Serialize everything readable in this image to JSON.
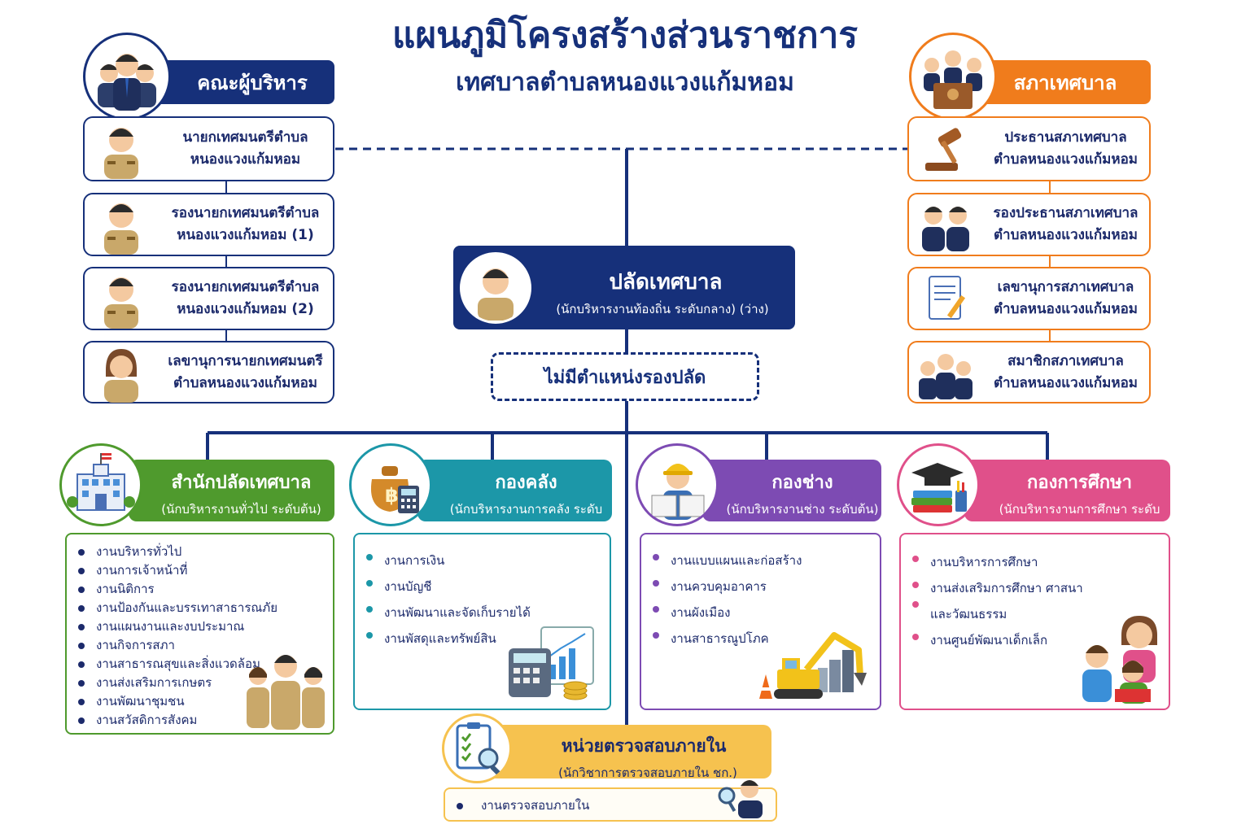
{
  "title": "แผนภูมิโครงสร้างส่วนราชการ",
  "subtitle": "เทศบาลตำบลหนองแวงแก้มหอม",
  "executive": {
    "header": "คณะผู้บริหาร",
    "members": [
      {
        "line1": "นายกเทศมนตรีตำบล",
        "line2": "หนองแวงแก้มหอม",
        "icon": "mayor-icon"
      },
      {
        "line1": "รองนายกเทศมนตรีตำบล",
        "line2": "หนองแวงแก้มหอม (1)",
        "icon": "deputy-mayor-icon"
      },
      {
        "line1": "รองนายกเทศมนตรีตำบล",
        "line2": "หนองแวงแก้มหอม (2)",
        "icon": "deputy-mayor-icon"
      },
      {
        "line1": "เลขานุการนายกเทศมนตรี",
        "line2": "ตำบลหนองแวงแก้มหอม",
        "icon": "secretary-icon"
      }
    ]
  },
  "council": {
    "header": "สภาเทศบาล",
    "members": [
      {
        "line1": "ประธานสภาเทศบาล",
        "line2": "ตำบลหนองแวงแก้มหอม",
        "icon": "gavel-icon"
      },
      {
        "line1": "รองประธานสภาเทศบาล",
        "line2": "ตำบลหนองแวงแก้มหอม",
        "icon": "two-people-icon"
      },
      {
        "line1": "เลขานุการสภาเทศบาล",
        "line2": "ตำบลหนองแวงแก้มหอม",
        "icon": "document-icon"
      },
      {
        "line1": "สมาชิกสภาเทศบาล",
        "line2": "ตำบลหนองแวงแก้มหอม",
        "icon": "group-icon"
      }
    ]
  },
  "clerk": {
    "title": "ปลัดเทศบาล",
    "subtitle": "(นักบริหารงานท้องถิ่น ระดับกลาง) (ว่าง)",
    "no_deputy": "ไม่มีตำแหน่งรองปลัด"
  },
  "departments": [
    {
      "title": "สำนักปลัดเทศบาล",
      "subtitle": "(นักบริหารงานทั่วไป ระดับต้น)",
      "color": "#4f9a2d",
      "tasks": [
        "งานบริหารทั่วไป",
        "งานการเจ้าหน้าที่",
        "งานนิติการ",
        "งานป้องกันและบรรเทาสาธารณภัย",
        "งานแผนงานและงบประมาณ",
        "งานกิจการสภา",
        "งานสาธารณสุขและสิ่งแวดล้อม",
        "งานส่งเสริมการเกษตร",
        "งานพัฒนาชุมชน",
        "งานสวัสดิการสังคม"
      ]
    },
    {
      "title": "กองคลัง",
      "subtitle": "(นักบริหารงานการคลัง ระดับต้น)",
      "color": "#1c97a8",
      "tasks": [
        "งานการเงิน",
        "งานบัญชี",
        "งานพัฒนาและจัดเก็บรายได้",
        "งานพัสดุและทรัพย์สิน"
      ]
    },
    {
      "title": "กองช่าง",
      "subtitle": "(นักบริหารงานช่าง ระดับต้น)",
      "color": "#7d4bb3",
      "tasks": [
        "งานแบบแผนและก่อสร้าง",
        "งานควบคุมอาคาร",
        "งานผังเมือง",
        "งานสาธารณูปโภค"
      ]
    },
    {
      "title": "กองการศึกษา",
      "subtitle": "(นักบริหารงานการศึกษา ระดับต้น)",
      "color": "#e0508a",
      "tasks": [
        "งานบริหารการศึกษา",
        "งานส่งเสริมการศึกษา ศาสนา",
        "และวัฒนธรรม",
        "งานศูนย์พัฒนาเด็กเล็ก"
      ]
    }
  ],
  "audit": {
    "title": "หน่วยตรวจสอบภายใน",
    "subtitle": "(นักวิชาการตรวจสอบภายใน ชก.)",
    "tasks": [
      "งานตรวจสอบภายใน"
    ],
    "color": "#f6c24f"
  },
  "colors": {
    "navy": "#16307a",
    "orange": "#f07c1c",
    "green": "#4f9a2d",
    "teal": "#1c97a8",
    "purple": "#7d4bb3",
    "pink": "#e0508a",
    "gold": "#f6c24f"
  }
}
